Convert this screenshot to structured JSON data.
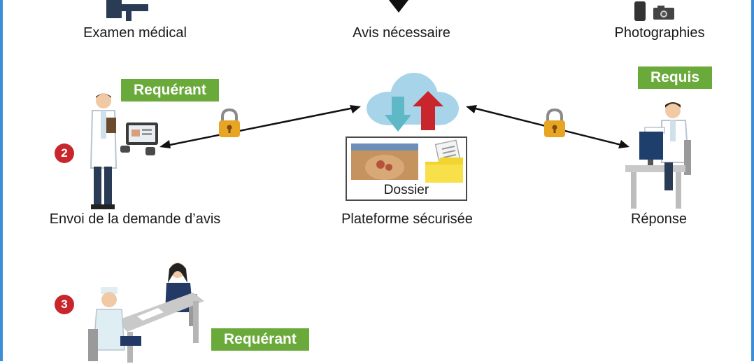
{
  "labels": {
    "exam": "Examen médical",
    "needed": "Avis nécessaire",
    "photos": "Photographies",
    "send": "Envoi de la demande d’avis",
    "platform": "Plateforme sécurisée",
    "response": "Réponse",
    "dossier": "Dossier"
  },
  "badges": {
    "requerant_top": "Requérant",
    "requis": "Requis",
    "requerant_bottom": "Requérant"
  },
  "steps": {
    "two": "2",
    "three": "3"
  },
  "colors": {
    "badge_green": "#6aaa3a",
    "step_red": "#c8262c",
    "frame_blue": "#3c8fd6",
    "cloud_blue": "#a8d4ea",
    "arrow_down": "#5fb8c6",
    "arrow_up": "#c8262c",
    "lock_gold": "#e8a523"
  },
  "icons": [
    "phone-icon",
    "camera-icon",
    "lock-icon",
    "cloud-icon",
    "folder-icon",
    "document-icon"
  ]
}
